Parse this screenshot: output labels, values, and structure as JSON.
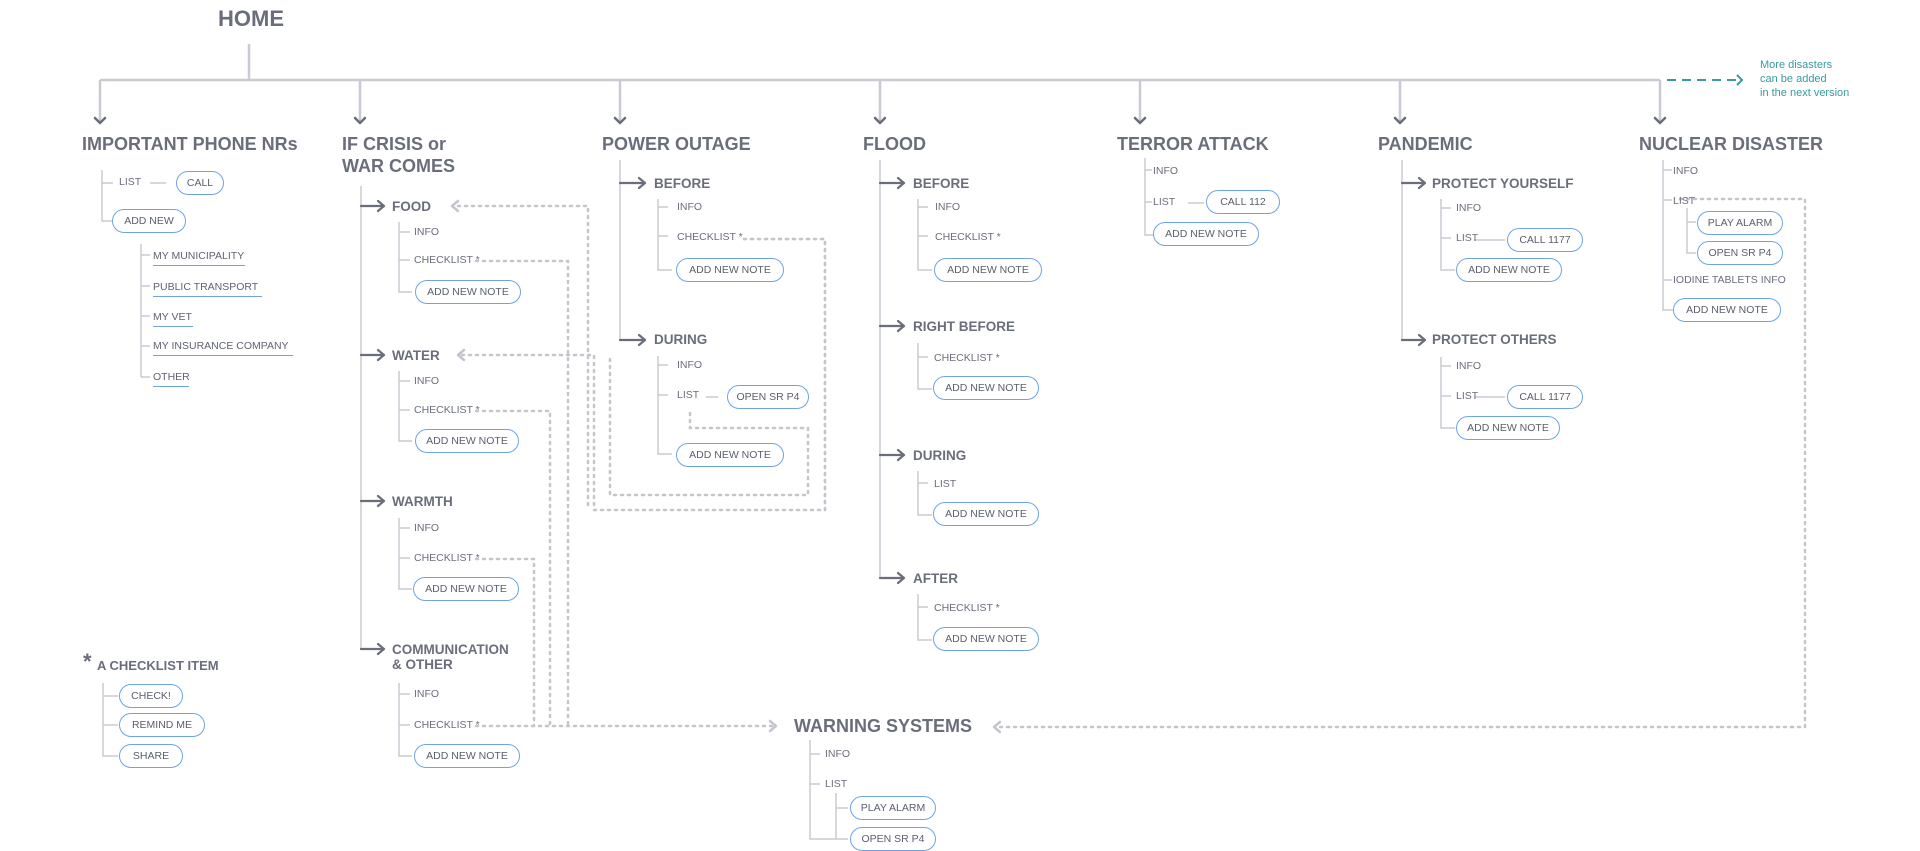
{
  "home": "HOME",
  "more_note": [
    "More disasters",
    "can be added",
    "in the next version"
  ],
  "sections": {
    "phone": {
      "title": "IMPORTANT PHONE NRs",
      "list": "LIST",
      "call": "CALL",
      "add_new": "ADD NEW",
      "contacts": [
        "MY MUNICIPALITY",
        "PUBLIC TRANSPORT",
        "MY VET",
        "MY INSURANCE COMPANY",
        "OTHER"
      ]
    },
    "crisis": {
      "title_1": "IF CRISIS or",
      "title_2": "WAR COMES",
      "food": "FOOD",
      "water": "WATER",
      "warmth": "WARMTH",
      "comm_1": "COMMUNICATION",
      "comm_2": "& OTHER"
    },
    "power": {
      "title": "POWER OUTAGE",
      "before": "BEFORE",
      "during": "DURING",
      "open_sr": "OPEN SR P4"
    },
    "flood": {
      "title": "FLOOD",
      "before": "BEFORE",
      "right_before": "RIGHT BEFORE",
      "during": "DURING",
      "after": "AFTER"
    },
    "terror": {
      "title": "TERROR ATTACK",
      "call": "CALL 112"
    },
    "pandemic": {
      "title": "PANDEMIC",
      "protect_yourself": "PROTECT YOURSELF",
      "protect_others": "PROTECT OTHERS",
      "call": "CALL 1177"
    },
    "nuclear": {
      "title": "NUCLEAR DISASTER",
      "play_alarm": "PLAY ALARM",
      "open_sr": "OPEN SR P4",
      "iodine": "IODINE TABLETS INFO"
    },
    "warning": {
      "title": "WARNING SYSTEMS",
      "play_alarm": "PLAY ALARM",
      "open_sr": "OPEN SR P4"
    },
    "legend": {
      "star": "*",
      "title": "A CHECKLIST ITEM",
      "check": "CHECK!",
      "remind": "REMIND ME",
      "share": "SHARE"
    }
  },
  "common": {
    "info": "INFO",
    "list": "LIST",
    "checklist": "CHECKLIST *",
    "add_new_note": "ADD NEW NOTE"
  },
  "colors": {
    "tree_line": "#c8cbd2",
    "dotted": "#c3c6cc",
    "pill_border": "#6fa3e8",
    "note_teal": "#3a9a9a",
    "heading": "#6a6e7b"
  }
}
